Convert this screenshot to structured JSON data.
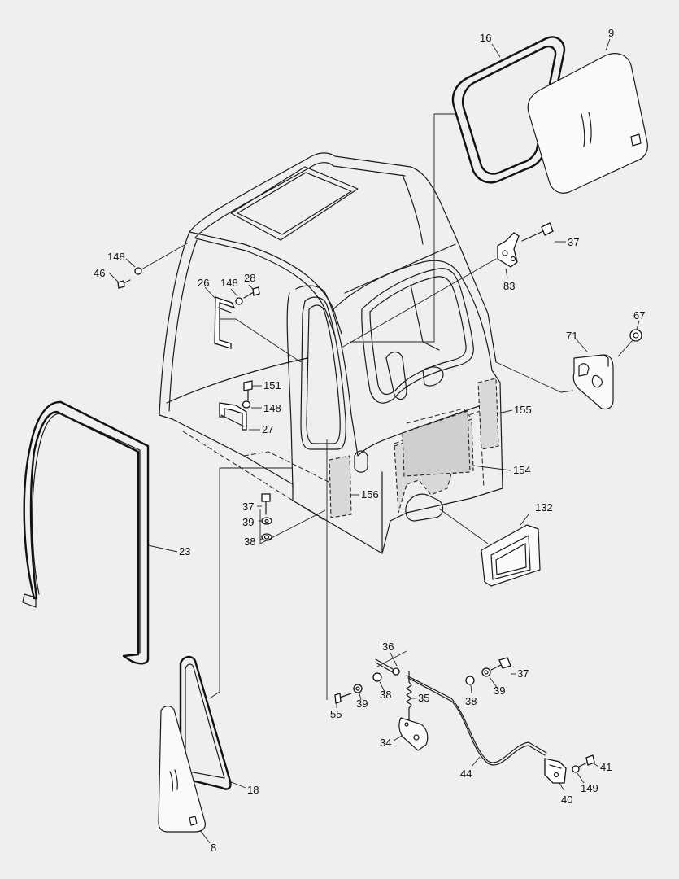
{
  "diagram": {
    "callouts": {
      "c16": "16",
      "c9": "9",
      "c37a": "37",
      "c83": "83",
      "c67": "67",
      "c71": "71",
      "c148a": "148",
      "c46": "46",
      "c26": "26",
      "c148b": "148",
      "c28": "28",
      "c151": "151",
      "c148c": "148",
      "c27": "27",
      "c155": "155",
      "c154": "154",
      "c156": "156",
      "c37b": "37",
      "c39a": "39",
      "c38a": "38",
      "c23": "23",
      "c132": "132",
      "c36": "36",
      "c37c": "37",
      "c38b": "38",
      "c35": "35",
      "c38c": "38",
      "c39b": "39",
      "c55": "55",
      "c39c": "39",
      "c34": "34",
      "c41": "41",
      "c44": "44",
      "c149": "149",
      "c40": "40",
      "c18": "18",
      "c8": "8"
    }
  }
}
